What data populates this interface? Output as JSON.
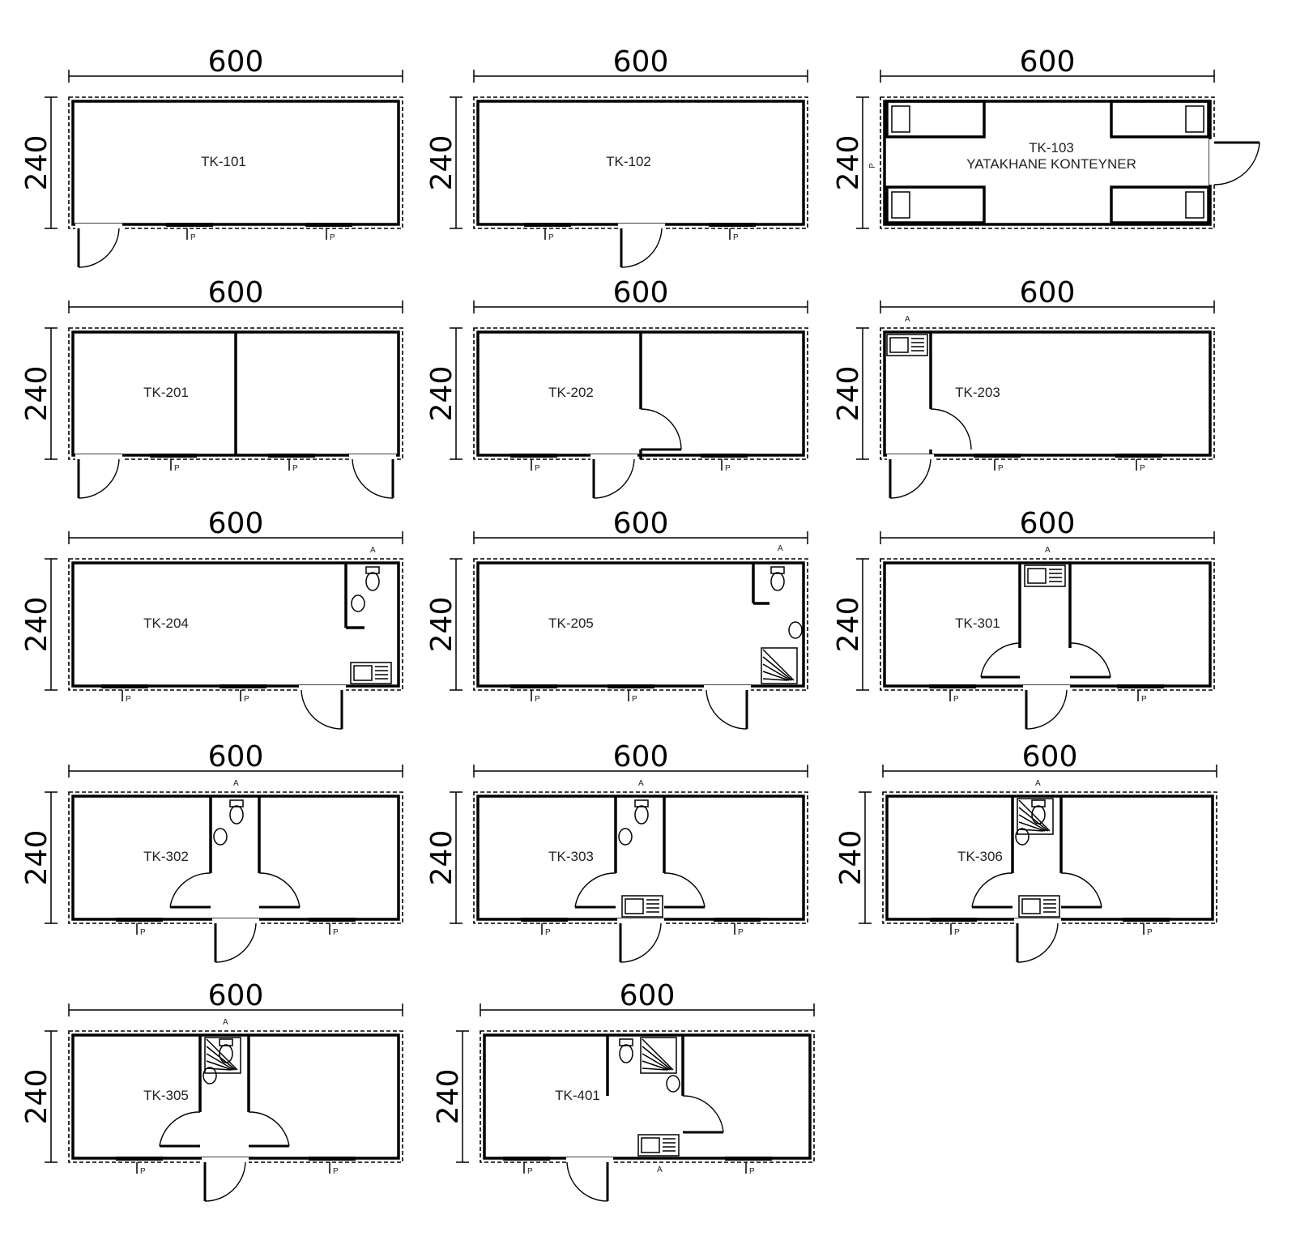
{
  "dimension_labels": {
    "length": "600",
    "width": "240"
  },
  "window_marker": "P",
  "fixture_marker": "A",
  "plans": [
    {
      "code": "TK-101",
      "layout": "empty-front-left"
    },
    {
      "code": "TK-102",
      "layout": "empty-front-mid"
    },
    {
      "code": "TK-103",
      "subtitle": "YATAKHANE KONTEYNER",
      "side_marker": "P",
      "layout": "dormitory"
    },
    {
      "code": "TK-201",
      "layout": "two-rooms"
    },
    {
      "code": "TK-202",
      "layout": "two-rooms-inner-door"
    },
    {
      "code": "TK-203",
      "layout": "kitchenette-left"
    },
    {
      "code": "TK-204",
      "layout": "wc-right"
    },
    {
      "code": "TK-205",
      "layout": "wc-shower-right"
    },
    {
      "code": "TK-301",
      "layout": "center-kitchenette"
    },
    {
      "code": "TK-302",
      "layout": "center-wc"
    },
    {
      "code": "TK-303",
      "layout": "center-wc-kitchenette"
    },
    {
      "code": "TK-306",
      "layout": "center-wc-shower-kitchenette"
    },
    {
      "code": "TK-305",
      "layout": "center-wc-shower"
    },
    {
      "code": "TK-401",
      "layout": "wc-shower-kitchenette-office"
    }
  ]
}
